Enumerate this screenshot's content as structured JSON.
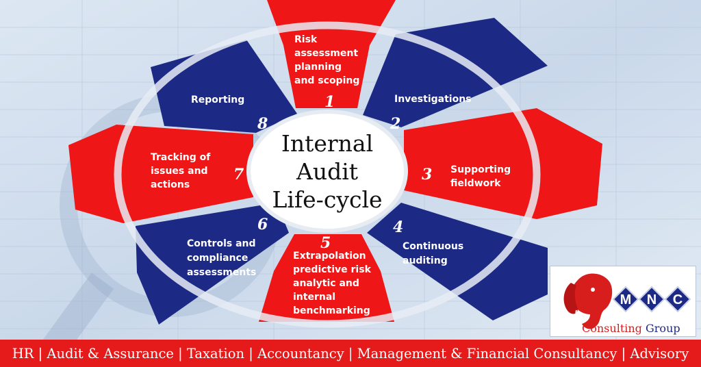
{
  "center": {
    "line1": "Internal",
    "line2": "Audit",
    "line3": "Life-cycle"
  },
  "segments": [
    {
      "number": "1",
      "lines": [
        "Risk",
        "assessment",
        "planning",
        "and scoping"
      ],
      "color": "#ee1616"
    },
    {
      "number": "2",
      "lines": [
        "Investigations"
      ],
      "color": "#1d2a85"
    },
    {
      "number": "3",
      "lines": [
        "Supporting",
        "fieldwork"
      ],
      "color": "#ee1616"
    },
    {
      "number": "4",
      "lines": [
        "Continuous",
        "auditing"
      ],
      "color": "#1d2a85"
    },
    {
      "number": "5",
      "lines": [
        "Extrapolation",
        "predictive risk",
        "analytic and",
        "internal",
        "benchmarking"
      ],
      "color": "#ee1616"
    },
    {
      "number": "6",
      "lines": [
        "Controls and",
        "compliance",
        "assessments"
      ],
      "color": "#1d2a85"
    },
    {
      "number": "7",
      "lines": [
        "Tracking of",
        "issues and",
        "actions"
      ],
      "color": "#ee1616"
    },
    {
      "number": "8",
      "lines": [
        "Reporting"
      ],
      "color": "#1d2a85"
    }
  ],
  "logo": {
    "letters": [
      "M",
      "N",
      "C"
    ],
    "tagline_part1": "Consulting",
    "tagline_part2": "Group"
  },
  "footer": {
    "text": "HR | Audit & Assurance | Taxation | Accountancy | Management & Financial Consultancy | Advisory"
  },
  "colors": {
    "red": "#ee1616",
    "blue": "#1d2a85",
    "footer": "#e51b1b"
  }
}
